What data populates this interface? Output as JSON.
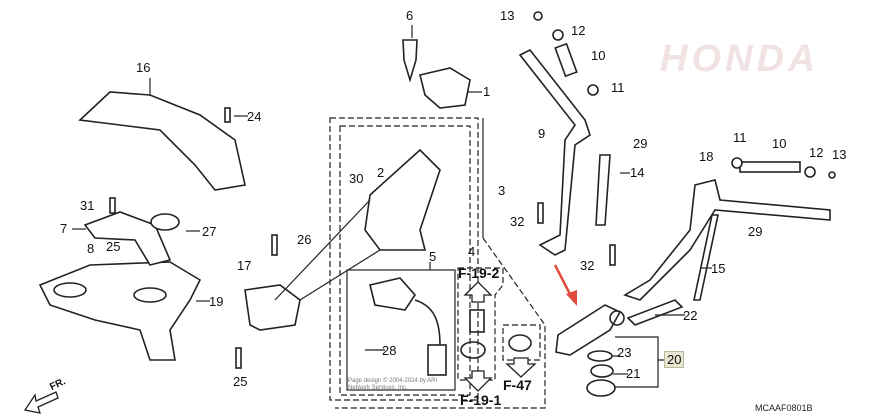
{
  "diagram": {
    "labels": {
      "p1": "1",
      "p2": "2",
      "p3": "3",
      "p4": "4",
      "p5": "5",
      "p6": "6",
      "p7": "7",
      "p8": "8",
      "p9": "9",
      "p10a": "10",
      "p10b": "10",
      "p11a": "11",
      "p11b": "11",
      "p12a": "12",
      "p12b": "12",
      "p13a": "13",
      "p13b": "13",
      "p14": "14",
      "p15": "15",
      "p16": "16",
      "p17": "17",
      "p18": "18",
      "p19": "19",
      "p20": "20",
      "p21": "21",
      "p22": "22",
      "p23": "23",
      "p24": "24",
      "p25a": "25",
      "p25b": "25",
      "p26": "26",
      "p27": "27",
      "p28": "28",
      "p29a": "29",
      "p29b": "29",
      "p30": "30",
      "p31": "31",
      "p32a": "32",
      "p32b": "32"
    },
    "refs": {
      "f192": "F-19-2",
      "f191": "F-19-1",
      "f47": "F-47"
    },
    "direction": "FR.",
    "watermark": "HONDA",
    "copyright": "Page design © 2004-2024 by ARI Network Services, Inc.",
    "diagram_code": "MCAAF0801B",
    "colors": {
      "highlight": "#e6e6d2",
      "arrow": "#e04a3a",
      "line": "#222222"
    }
  }
}
